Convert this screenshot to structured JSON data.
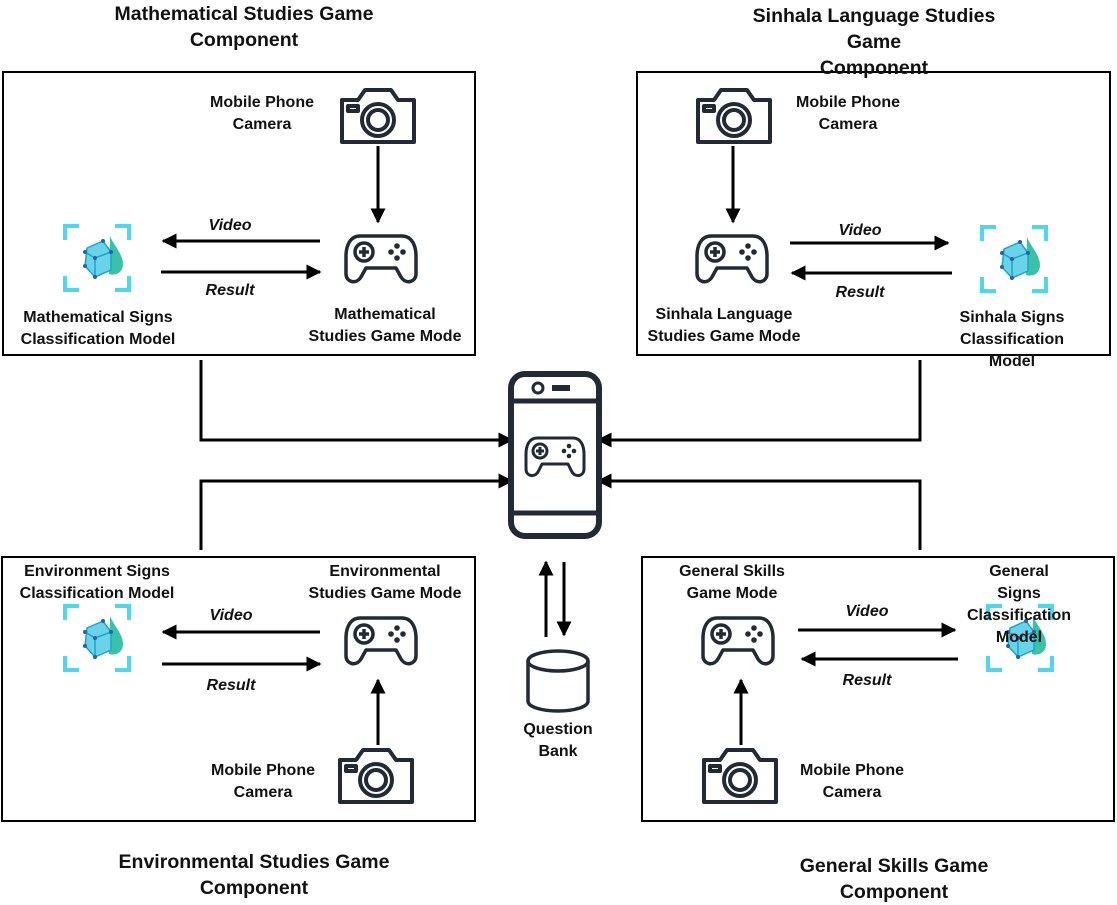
{
  "components": {
    "math": {
      "title": "Mathematical Studies Game\nComponent",
      "camera_label": "Mobile Phone\nCamera",
      "model_label": "Mathematical Signs\nClassification Model",
      "game_mode_label": "Mathematical\nStudies Game Mode",
      "video_label": "Video",
      "result_label": "Result"
    },
    "sinhala": {
      "title": "Sinhala Language Studies Game\nComponent",
      "camera_label": "Mobile Phone\nCamera",
      "model_label": "Sinhala Signs\nClassification Model",
      "game_mode_label": "Sinhala Language\nStudies Game Mode",
      "video_label": "Video",
      "result_label": "Result"
    },
    "environment": {
      "title": "Environmental Studies Game\nComponent",
      "camera_label": "Mobile Phone\nCamera",
      "model_label": "Environment Signs\nClassification Model",
      "game_mode_label": "Environmental\nStudies Game Mode",
      "video_label": "Video",
      "result_label": "Result"
    },
    "general": {
      "title": "General Skills Game Component",
      "camera_label": "Mobile Phone\nCamera",
      "model_label": "General Signs\nClassification Model",
      "game_mode_label": "General Skills\nGame Mode",
      "video_label": "Video",
      "result_label": "Result"
    }
  },
  "question_bank": {
    "label": "Question\nBank"
  },
  "icons": {
    "camera": "camera-icon",
    "gamepad": "gamepad-icon",
    "model": "ml-model-icon",
    "phone": "mobile-phone-icon",
    "database": "database-icon"
  },
  "colors": {
    "stroke": "#000000",
    "icon_dark": "#222a35",
    "model_cyan": "#4fd7ef",
    "model_cube": "#6ad3ea",
    "model_teal": "#39c3a6"
  }
}
